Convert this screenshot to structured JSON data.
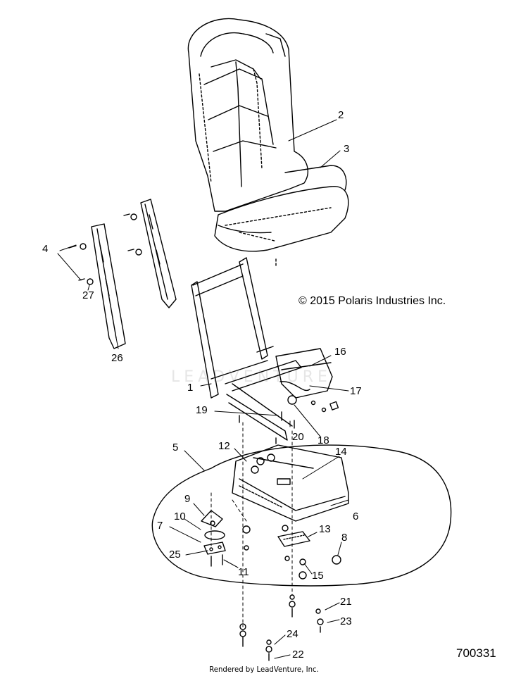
{
  "copyright": "© 2015 Polaris Industries Inc.",
  "diagram_id": "700331",
  "footer": "Rendered by LeadVenture, Inc.",
  "watermark": "LEADVENTURE",
  "callouts": [
    "1",
    "2",
    "3",
    "4",
    "5",
    "6",
    "7",
    "8",
    "9",
    "10",
    "11",
    "12",
    "13",
    "14",
    "15",
    "16",
    "17",
    "18",
    "19",
    "20",
    "21",
    "22",
    "23",
    "24",
    "25",
    "26",
    "27"
  ],
  "colors": {
    "line": "#000000",
    "background": "#ffffff",
    "watermark": "#e6e6e6"
  }
}
